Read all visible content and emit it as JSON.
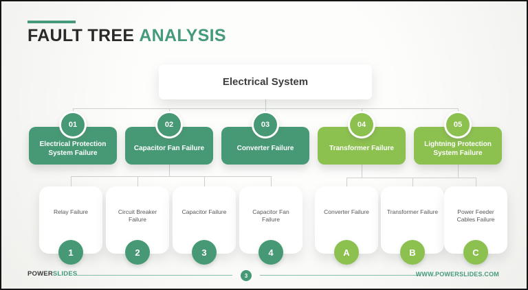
{
  "slide": {
    "colors": {
      "teal": "#469974",
      "lime": "#8cc04f",
      "title_dark": "#2a2a2a",
      "title_green": "#459a7b",
      "connector_gray": "#cdd1cd",
      "footer_line_teal": "#85bda6"
    },
    "title": {
      "black_part": "FAULT TREE",
      "green_part": "ANALYSIS"
    },
    "tree": {
      "root": {
        "label": "Electrical System"
      },
      "branches": [
        {
          "number": "01",
          "label": "Electrical Protection System Failure",
          "color": "#469974"
        },
        {
          "number": "02",
          "label": "Capacitor Fan Failure",
          "color": "#469974"
        },
        {
          "number": "03",
          "label": "Converter Failure",
          "color": "#469974"
        },
        {
          "number": "04",
          "label": "Transformer Failure",
          "color": "#8cc04f"
        },
        {
          "number": "05",
          "label": "Lightning Protection System Failure",
          "color": "#8cc04f"
        }
      ],
      "leaves": [
        {
          "badge": "1",
          "label": "Relay Failure",
          "color": "#469974"
        },
        {
          "badge": "2",
          "label": "Circuit Breaker Failure",
          "color": "#469974"
        },
        {
          "badge": "3",
          "label": "Capacitor Failure",
          "color": "#469974"
        },
        {
          "badge": "4",
          "label": "Capacitor Fan Failure",
          "color": "#469974"
        },
        {
          "badge": "A",
          "label": "Converter Failure",
          "color": "#8cc04f"
        },
        {
          "badge": "B",
          "label": "Transformer Failure",
          "color": "#8cc04f"
        },
        {
          "badge": "C",
          "label": "Power Feeder Cables Failure",
          "color": "#8cc04f"
        }
      ]
    },
    "footer": {
      "brand_black": "POWER",
      "brand_green": "SLIDES",
      "page_number": "3",
      "website": "WWW.POWERSLIDES.COM"
    }
  }
}
